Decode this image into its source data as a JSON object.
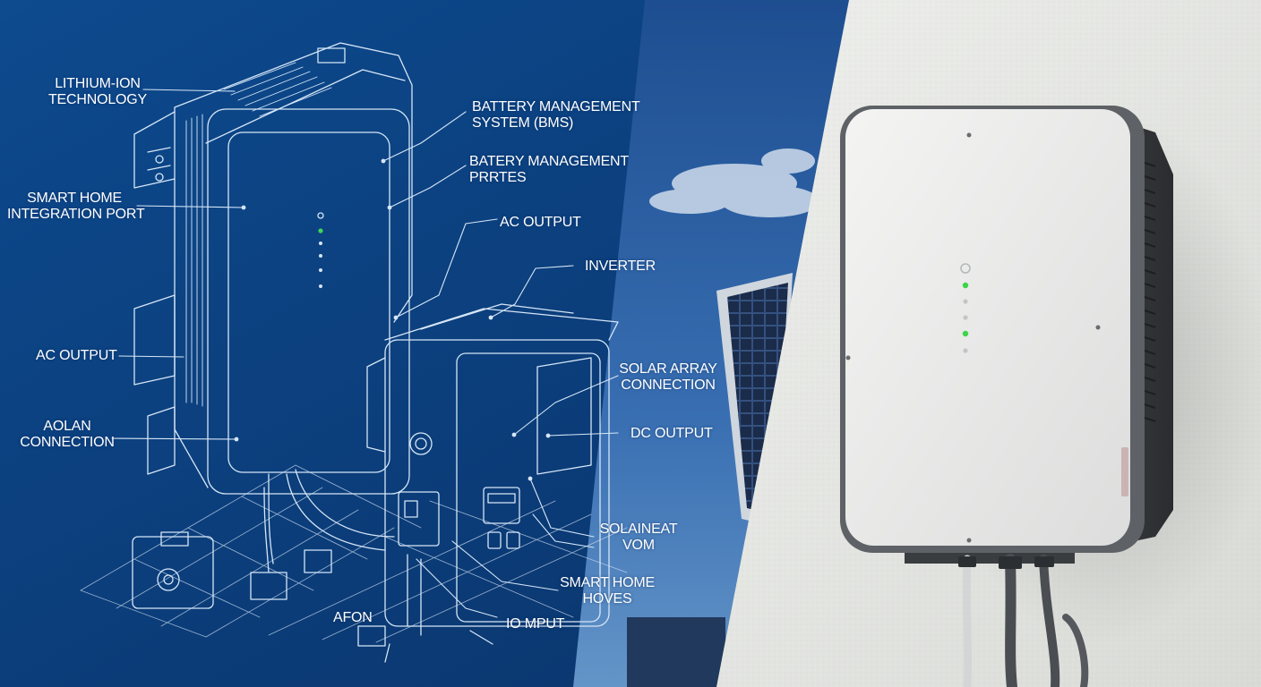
{
  "labels": {
    "lithium_ion_technology": [
      "LITHIUM-ION",
      "TECHNOLOGY"
    ],
    "battery_management_system": [
      "BATTERY MANAGEMENT",
      "SYSTEM (BMS)"
    ],
    "battery_management_prtes": [
      "BATERY MANAGEMENT",
      "PRRTES"
    ],
    "smart_home_integration_port": [
      "SMART HOME",
      "INTEGRATION PORT"
    ],
    "ac_output_right": "AC OUTPUT",
    "inverter": "INVERTER",
    "ac_output_left": "AC OUTPUT",
    "solar_array_connection": [
      "SOLAR ARRAY",
      "CONNECTION"
    ],
    "aolan_connection": [
      "AOLAN",
      "CONNECTION"
    ],
    "dc_output": "DC OUTPUT",
    "solaineat_vom": [
      "SOLAINEAT",
      "VOM"
    ],
    "smart_home_hoves": [
      "SMART HOME",
      "HOVES"
    ],
    "afon": "AFON",
    "io_mput": "IO MPUT"
  },
  "colors": {
    "blueprint_background": "#0b3c78",
    "blueprint_line": "#d6e6f7",
    "sky": "#2f63a8",
    "wall": "#e6e7e4",
    "device_body": "#e9eaea",
    "device_frame": "#5e6266",
    "led_green": "#3cd447"
  }
}
